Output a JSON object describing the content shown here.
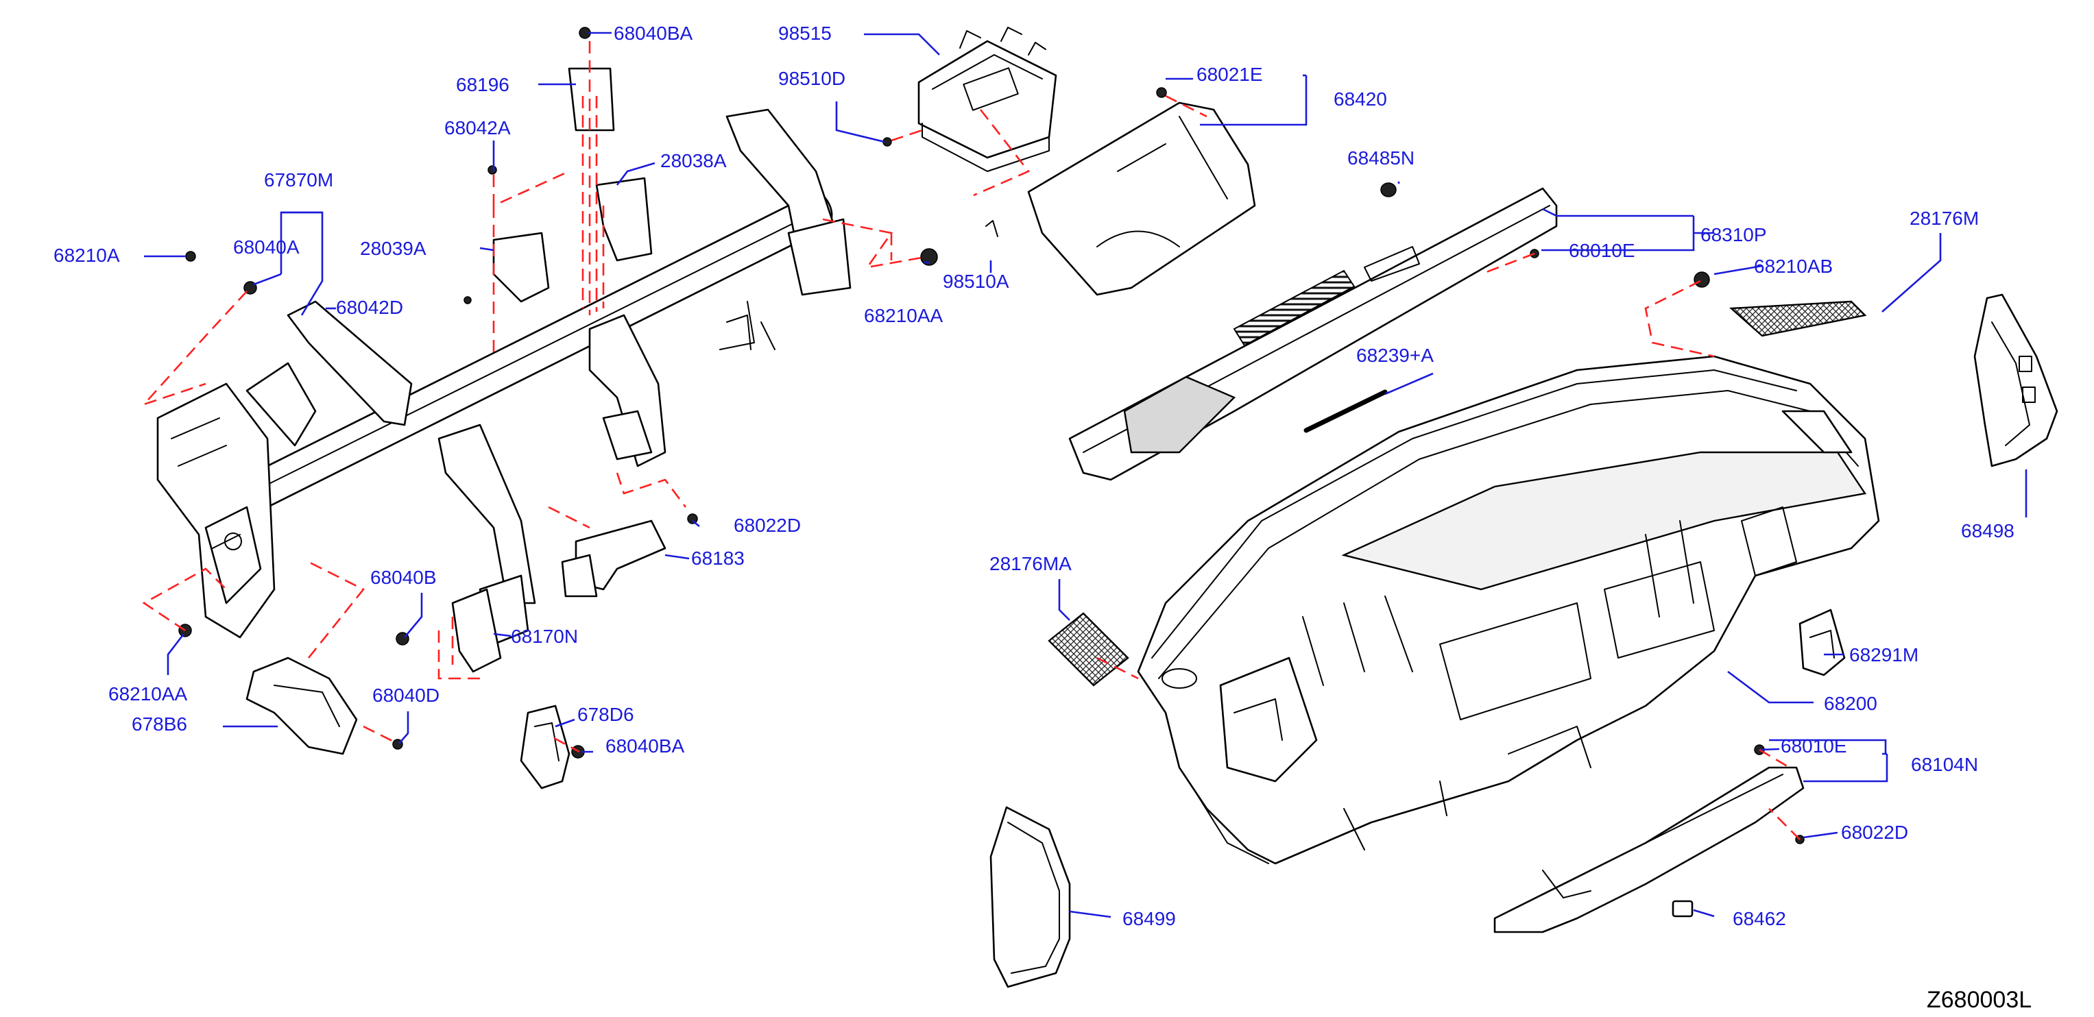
{
  "diagram_code": "Z680003L",
  "colors": {
    "label": "#1a1adb",
    "leader": "#1a1adb",
    "dashed_connector": "#ff2020",
    "line_art": "#000000",
    "background": "#ffffff"
  },
  "labels": {
    "p68040BA_top": "68040BA",
    "p98515": "98515",
    "p68196": "68196",
    "p98510D": "98510D",
    "p68021E": "68021E",
    "p68420": "68420",
    "p68042A": "68042A",
    "p28038A": "28038A",
    "p67870M": "67870M",
    "p68485N": "68485N",
    "p68210A": "68210A",
    "p68040A": "68040A",
    "p28039A": "28039A",
    "p68310P": "68310P",
    "p28176M": "28176M",
    "p68010E_top": "68010E",
    "p98510A": "98510A",
    "p68210AB": "68210AB",
    "p68042D": "68042D",
    "p68210AA_top": "68210AA",
    "p68239A": "68239+A",
    "p68022D_mid": "68022D",
    "p68183": "68183",
    "p68498": "68498",
    "p28176MA": "28176MA",
    "p68040B": "68040B",
    "p68170N": "68170N",
    "p68291M": "68291M",
    "p68210AA_bot": "68210AA",
    "p68200": "68200",
    "p68040D": "68040D",
    "p678D6": "678D6",
    "p68010E_bot": "68010E",
    "p68104N": "68104N",
    "p678B6": "678B6",
    "p68040BA_bot": "68040BA",
    "p68022D_bot": "68022D",
    "p68499": "68499",
    "p68462": "68462"
  }
}
